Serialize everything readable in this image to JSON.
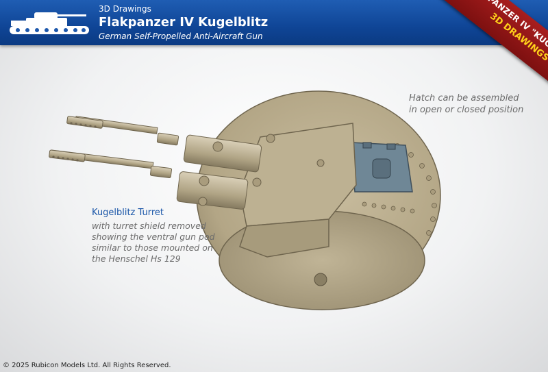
{
  "header": {
    "kicker": "3D Drawings",
    "title": "Flakpanzer IV Kugelblitz",
    "subtitle": "German Self-Propelled Anti-Aircraft Gun",
    "logo_icon": "tank-silhouette-icon",
    "background_color": "#0f4596"
  },
  "ribbon": {
    "line1": "FLAKPANZER IV \"KUGELBLITZ\"",
    "line2": "3D DRAWINGS",
    "color": "#8e1616",
    "line2_color": "#ffd11a"
  },
  "annotations": {
    "hatch_line1": "Hatch can be assembled",
    "hatch_line2": "in open or closed position"
  },
  "callout": {
    "title": "Kugelblitz Turret",
    "line1": "with turret shield removed",
    "line2": "showing the ventral gun pod",
    "line3": "similar to those mounted on",
    "line4": "the Henschel Hs 129"
  },
  "footer": {
    "copyright": "© 2025 Rubicon Models Ltd.  All Rights Reserved."
  },
  "colors": {
    "turret_body": "#b5a88a",
    "hatch": "#6f8796"
  }
}
